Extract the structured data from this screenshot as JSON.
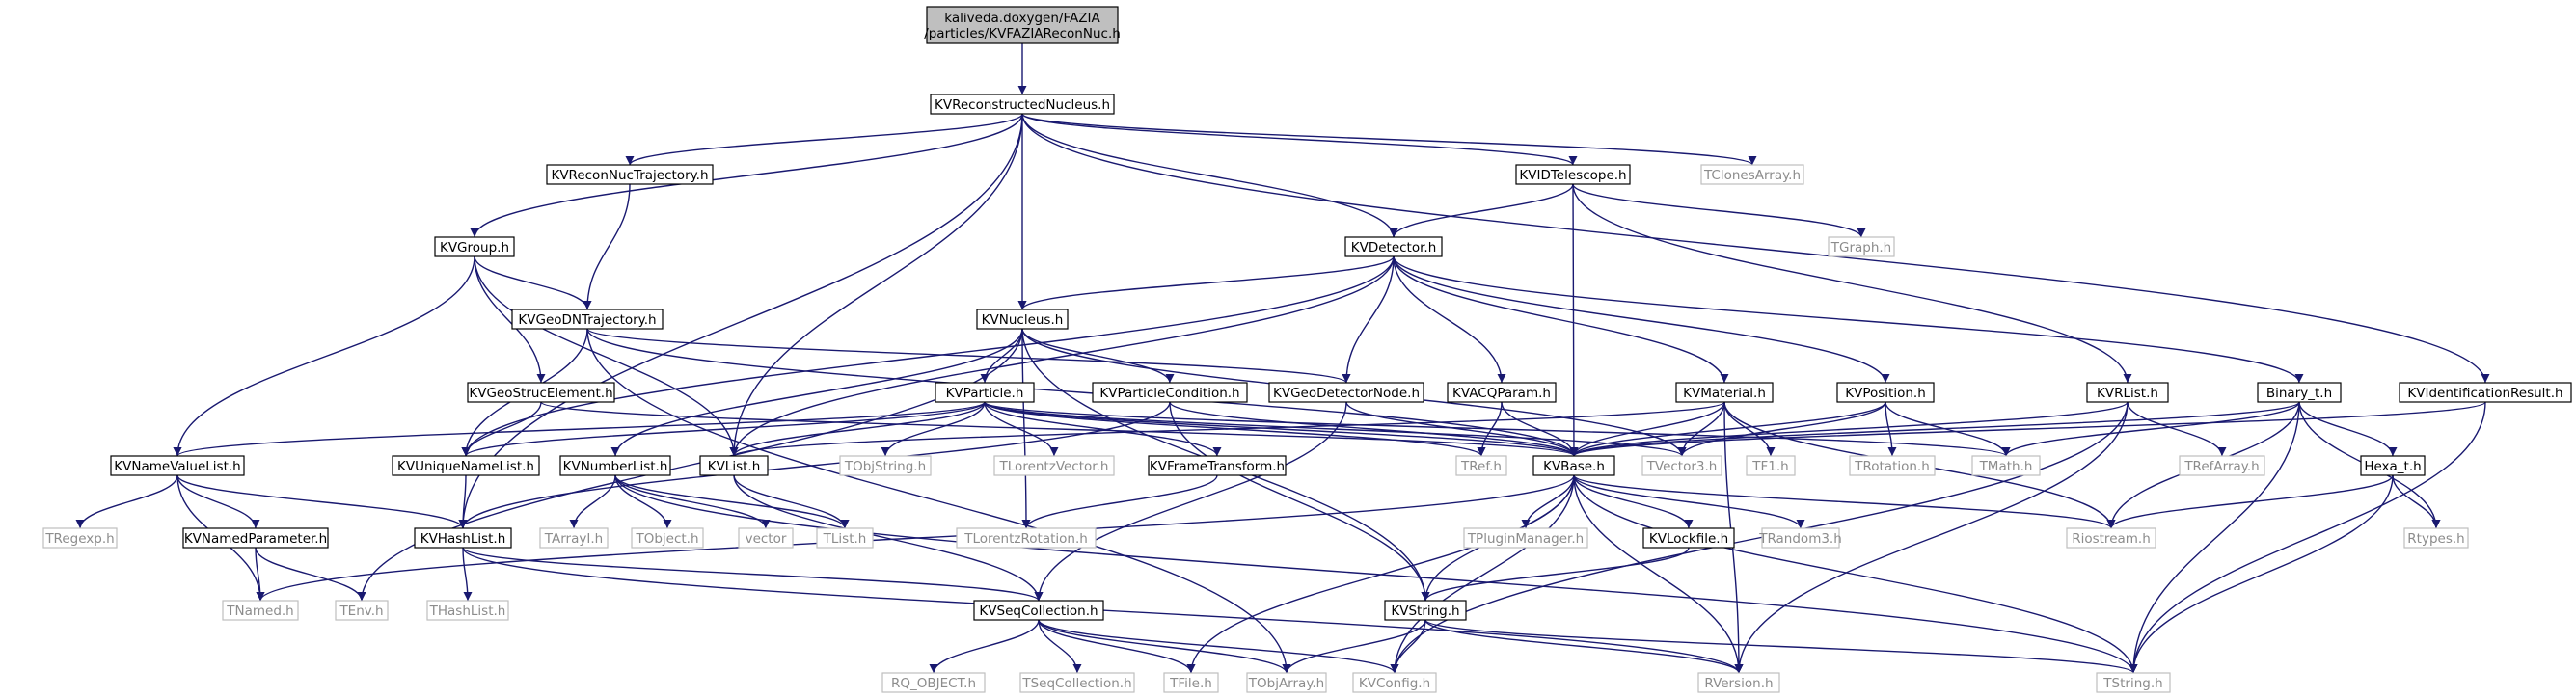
{
  "colors": {
    "edge": "#191970",
    "node_border": "#000000",
    "ext_border": "#bfbfbf",
    "ext_text": "#8c8c8c",
    "text": "#000000",
    "root_fill": "#bfbfbf",
    "fill": "#ffffff"
  },
  "nodes": [
    {
      "id": "root",
      "style": "root",
      "lines": [
        "kaliveda.doxygen/FAZIA",
        "/particles/KVFAZIAReconNuc.h"
      ]
    },
    {
      "id": "KVReconstructedNucleus",
      "style": "doc",
      "lines": [
        "KVReconstructedNucleus.h"
      ]
    },
    {
      "id": "KVReconNucTrajectory",
      "style": "doc",
      "lines": [
        "KVReconNucTrajectory.h"
      ]
    },
    {
      "id": "KVIDTelescope",
      "style": "doc",
      "lines": [
        "KVIDTelescope.h"
      ]
    },
    {
      "id": "TClonesArray",
      "style": "ext",
      "lines": [
        "TClonesArray.h"
      ]
    },
    {
      "id": "KVGroup",
      "style": "doc",
      "lines": [
        "KVGroup.h"
      ]
    },
    {
      "id": "KVDetector",
      "style": "doc",
      "lines": [
        "KVDetector.h"
      ]
    },
    {
      "id": "TGraph",
      "style": "ext",
      "lines": [
        "TGraph.h"
      ]
    },
    {
      "id": "KVGeoDNTrajectory",
      "style": "doc",
      "lines": [
        "KVGeoDNTrajectory.h"
      ]
    },
    {
      "id": "KVNucleus",
      "style": "doc",
      "lines": [
        "KVNucleus.h"
      ]
    },
    {
      "id": "KVGeoStrucElement",
      "style": "doc",
      "lines": [
        "KVGeoStrucElement.h"
      ]
    },
    {
      "id": "KVParticle",
      "style": "doc",
      "lines": [
        "KVParticle.h"
      ]
    },
    {
      "id": "KVParticleCondition",
      "style": "doc",
      "lines": [
        "KVParticleCondition.h"
      ]
    },
    {
      "id": "KVGeoDetectorNode",
      "style": "doc",
      "lines": [
        "KVGeoDetectorNode.h"
      ]
    },
    {
      "id": "KVACQParam",
      "style": "doc",
      "lines": [
        "KVACQParam.h"
      ]
    },
    {
      "id": "KVMaterial",
      "style": "doc",
      "lines": [
        "KVMaterial.h"
      ]
    },
    {
      "id": "KVPosition",
      "style": "doc",
      "lines": [
        "KVPosition.h"
      ]
    },
    {
      "id": "KVRList",
      "style": "doc",
      "lines": [
        "KVRList.h"
      ]
    },
    {
      "id": "Binary_t",
      "style": "doc",
      "lines": [
        "Binary_t.h"
      ]
    },
    {
      "id": "KVIdentificationResult",
      "style": "doc",
      "lines": [
        "KVIdentificationResult.h"
      ]
    },
    {
      "id": "KVNameValueList",
      "style": "doc",
      "lines": [
        "KVNameValueList.h"
      ]
    },
    {
      "id": "KVUniqueNameList",
      "style": "doc",
      "lines": [
        "KVUniqueNameList.h"
      ]
    },
    {
      "id": "KVNumberList",
      "style": "doc",
      "lines": [
        "KVNumberList.h"
      ]
    },
    {
      "id": "KVList",
      "style": "doc",
      "lines": [
        "KVList.h"
      ]
    },
    {
      "id": "TObjString",
      "style": "ext",
      "lines": [
        "TObjString.h"
      ]
    },
    {
      "id": "TLorentzVector",
      "style": "ext",
      "lines": [
        "TLorentzVector.h"
      ]
    },
    {
      "id": "KVFrameTransform",
      "style": "doc",
      "lines": [
        "KVFrameTransform.h"
      ]
    },
    {
      "id": "TRef",
      "style": "ext",
      "lines": [
        "TRef.h"
      ]
    },
    {
      "id": "KVBase",
      "style": "doc",
      "lines": [
        "KVBase.h"
      ]
    },
    {
      "id": "TVector3",
      "style": "ext",
      "lines": [
        "TVector3.h"
      ]
    },
    {
      "id": "TF1",
      "style": "ext",
      "lines": [
        "TF1.h"
      ]
    },
    {
      "id": "TRotation",
      "style": "ext",
      "lines": [
        "TRotation.h"
      ]
    },
    {
      "id": "TMath",
      "style": "ext",
      "lines": [
        "TMath.h"
      ]
    },
    {
      "id": "TRefArray",
      "style": "ext",
      "lines": [
        "TRefArray.h"
      ]
    },
    {
      "id": "Hexa_t",
      "style": "doc",
      "lines": [
        "Hexa_t.h"
      ]
    },
    {
      "id": "TRegexp",
      "style": "ext",
      "lines": [
        "TRegexp.h"
      ]
    },
    {
      "id": "KVNamedParameter",
      "style": "doc",
      "lines": [
        "KVNamedParameter.h"
      ]
    },
    {
      "id": "KVHashList",
      "style": "doc",
      "lines": [
        "KVHashList.h"
      ]
    },
    {
      "id": "TArrayI",
      "style": "ext",
      "lines": [
        "TArrayI.h"
      ]
    },
    {
      "id": "TObject",
      "style": "ext",
      "lines": [
        "TObject.h"
      ]
    },
    {
      "id": "vector",
      "style": "ext",
      "lines": [
        "vector"
      ]
    },
    {
      "id": "TList",
      "style": "ext",
      "lines": [
        "TList.h"
      ]
    },
    {
      "id": "TLorentzRotation",
      "style": "ext",
      "lines": [
        "TLorentzRotation.h"
      ]
    },
    {
      "id": "TPluginManager",
      "style": "ext",
      "lines": [
        "TPluginManager.h"
      ]
    },
    {
      "id": "KVLockfile",
      "style": "doc",
      "lines": [
        "KVLockfile.h"
      ]
    },
    {
      "id": "TRandom3",
      "style": "ext",
      "lines": [
        "TRandom3.h"
      ]
    },
    {
      "id": "Riostream",
      "style": "ext",
      "lines": [
        "Riostream.h"
      ]
    },
    {
      "id": "Rtypes",
      "style": "ext",
      "lines": [
        "Rtypes.h"
      ]
    },
    {
      "id": "TNamed",
      "style": "ext",
      "lines": [
        "TNamed.h"
      ]
    },
    {
      "id": "TEnv",
      "style": "ext",
      "lines": [
        "TEnv.h"
      ]
    },
    {
      "id": "THashList",
      "style": "ext",
      "lines": [
        "THashList.h"
      ]
    },
    {
      "id": "KVSeqCollection",
      "style": "doc",
      "lines": [
        "KVSeqCollection.h"
      ]
    },
    {
      "id": "KVString",
      "style": "doc",
      "lines": [
        "KVString.h"
      ]
    },
    {
      "id": "RQ_OBJECT",
      "style": "ext",
      "lines": [
        "RQ_OBJECT.h"
      ]
    },
    {
      "id": "TSeqCollection",
      "style": "ext",
      "lines": [
        "TSeqCollection.h"
      ]
    },
    {
      "id": "TFile",
      "style": "ext",
      "lines": [
        "TFile.h"
      ]
    },
    {
      "id": "TObjArray",
      "style": "ext",
      "lines": [
        "TObjArray.h"
      ]
    },
    {
      "id": "KVConfig",
      "style": "ext",
      "lines": [
        "KVConfig.h"
      ]
    },
    {
      "id": "RVersion",
      "style": "ext",
      "lines": [
        "RVersion.h"
      ]
    },
    {
      "id": "TString",
      "style": "ext",
      "lines": [
        "TString.h"
      ]
    }
  ],
  "edges": [
    [
      "root",
      "KVReconstructedNucleus"
    ],
    [
      "KVReconstructedNucleus",
      "KVReconNucTrajectory"
    ],
    [
      "KVReconstructedNucleus",
      "KVIDTelescope"
    ],
    [
      "KVReconstructedNucleus",
      "TClonesArray"
    ],
    [
      "KVReconstructedNucleus",
      "KVGroup"
    ],
    [
      "KVReconstructedNucleus",
      "KVDetector"
    ],
    [
      "KVReconstructedNucleus",
      "KVNucleus"
    ],
    [
      "KVReconstructedNucleus",
      "KVList"
    ],
    [
      "KVReconstructedNucleus",
      "KVHashList"
    ],
    [
      "KVReconstructedNucleus",
      "KVIdentificationResult"
    ],
    [
      "KVReconNucTrajectory",
      "KVGeoDNTrajectory"
    ],
    [
      "KVIDTelescope",
      "KVDetector"
    ],
    [
      "KVIDTelescope",
      "TGraph"
    ],
    [
      "KVIDTelescope",
      "KVRList"
    ],
    [
      "KVIDTelescope",
      "KVBase"
    ],
    [
      "KVGroup",
      "KVGeoDNTrajectory"
    ],
    [
      "KVGroup",
      "KVGeoStrucElement"
    ],
    [
      "KVGroup",
      "KVNameValueList"
    ],
    [
      "KVGroup",
      "KVList"
    ],
    [
      "KVDetector",
      "KVNucleus"
    ],
    [
      "KVDetector",
      "KVGeoDetectorNode"
    ],
    [
      "KVDetector",
      "KVACQParam"
    ],
    [
      "KVDetector",
      "KVMaterial"
    ],
    [
      "KVDetector",
      "KVPosition"
    ],
    [
      "KVDetector",
      "Binary_t"
    ],
    [
      "KVDetector",
      "KVUniqueNameList"
    ],
    [
      "KVDetector",
      "KVList"
    ],
    [
      "KVGeoDNTrajectory",
      "KVGeoDetectorNode"
    ],
    [
      "KVGeoDNTrajectory",
      "KVBase"
    ],
    [
      "KVGeoDNTrajectory",
      "KVUniqueNameList"
    ],
    [
      "KVGeoDNTrajectory",
      "TObjArray"
    ],
    [
      "KVNucleus",
      "KVParticle"
    ],
    [
      "KVNucleus",
      "KVParticleCondition"
    ],
    [
      "KVNucleus",
      "KVNumberList"
    ],
    [
      "KVNucleus",
      "TLorentzRotation"
    ],
    [
      "KVNucleus",
      "KVString"
    ],
    [
      "KVNucleus",
      "TEnv"
    ],
    [
      "KVNucleus",
      "TVector3"
    ],
    [
      "KVGeoStrucElement",
      "KVUniqueNameList"
    ],
    [
      "KVGeoStrucElement",
      "KVBase"
    ],
    [
      "KVParticle",
      "KVNameValueList"
    ],
    [
      "KVParticle",
      "KVUniqueNameList"
    ],
    [
      "KVParticle",
      "KVList"
    ],
    [
      "KVParticle",
      "TObjString"
    ],
    [
      "KVParticle",
      "TLorentzVector"
    ],
    [
      "KVParticle",
      "KVFrameTransform"
    ],
    [
      "KVParticle",
      "TRef"
    ],
    [
      "KVParticle",
      "KVBase"
    ],
    [
      "KVParticle",
      "TVector3"
    ],
    [
      "KVParticle",
      "TMath"
    ],
    [
      "KVParticleCondition",
      "KVHashList"
    ],
    [
      "KVParticleCondition",
      "KVBase"
    ],
    [
      "KVParticleCondition",
      "KVString"
    ],
    [
      "KVGeoDetectorNode",
      "KVBase"
    ],
    [
      "KVGeoDetectorNode",
      "KVSeqCollection"
    ],
    [
      "KVACQParam",
      "KVBase"
    ],
    [
      "KVACQParam",
      "TRef"
    ],
    [
      "KVMaterial",
      "KVBase"
    ],
    [
      "KVMaterial",
      "TVector3"
    ],
    [
      "KVMaterial",
      "TF1"
    ],
    [
      "KVMaterial",
      "Riostream"
    ],
    [
      "KVMaterial",
      "RVersion"
    ],
    [
      "KVMaterial",
      "KVList"
    ],
    [
      "KVPosition",
      "KVBase"
    ],
    [
      "KVPosition",
      "TVector3"
    ],
    [
      "KVPosition",
      "TRotation"
    ],
    [
      "KVPosition",
      "TMath"
    ],
    [
      "KVRList",
      "KVBase"
    ],
    [
      "KVRList",
      "TRefArray"
    ],
    [
      "KVRList",
      "KVConfig"
    ],
    [
      "KVRList",
      "RVersion"
    ],
    [
      "Binary_t",
      "KVBase"
    ],
    [
      "Binary_t",
      "TMath"
    ],
    [
      "Binary_t",
      "Hexa_t"
    ],
    [
      "Binary_t",
      "Riostream"
    ],
    [
      "Binary_t",
      "Rtypes"
    ],
    [
      "Binary_t",
      "TString"
    ],
    [
      "KVIdentificationResult",
      "KVBase"
    ],
    [
      "KVIdentificationResult",
      "TString"
    ],
    [
      "KVNameValueList",
      "TRegexp"
    ],
    [
      "KVNameValueList",
      "KVNamedParameter"
    ],
    [
      "KVNameValueList",
      "KVHashList"
    ],
    [
      "KVNameValueList",
      "TNamed"
    ],
    [
      "KVUniqueNameList",
      "KVHashList"
    ],
    [
      "KVNumberList",
      "TArrayI"
    ],
    [
      "KVNumberList",
      "TObject"
    ],
    [
      "KVNumberList",
      "vector"
    ],
    [
      "KVNumberList",
      "TList"
    ],
    [
      "KVNumberList",
      "TString"
    ],
    [
      "KVList",
      "TList"
    ],
    [
      "KVList",
      "KVSeqCollection"
    ],
    [
      "KVFrameTransform",
      "TLorentzRotation"
    ],
    [
      "KVBase",
      "TPluginManager"
    ],
    [
      "KVBase",
      "KVLockfile"
    ],
    [
      "KVBase",
      "TRandom3"
    ],
    [
      "KVBase",
      "Riostream"
    ],
    [
      "KVBase",
      "KVString"
    ],
    [
      "KVBase",
      "KVConfig"
    ],
    [
      "KVBase",
      "RVersion"
    ],
    [
      "KVBase",
      "TString"
    ],
    [
      "KVBase",
      "TFile"
    ],
    [
      "KVBase",
      "TNamed"
    ],
    [
      "Hexa_t",
      "Riostream"
    ],
    [
      "Hexa_t",
      "Rtypes"
    ],
    [
      "Hexa_t",
      "TString"
    ],
    [
      "KVNamedParameter",
      "TNamed"
    ],
    [
      "KVNamedParameter",
      "TEnv"
    ],
    [
      "KVHashList",
      "THashList"
    ],
    [
      "KVHashList",
      "KVSeqCollection"
    ],
    [
      "KVHashList",
      "RVersion"
    ],
    [
      "KVLockfile",
      "KVString"
    ],
    [
      "KVSeqCollection",
      "RQ_OBJECT"
    ],
    [
      "KVSeqCollection",
      "TSeqCollection"
    ],
    [
      "KVSeqCollection",
      "TFile"
    ],
    [
      "KVSeqCollection",
      "TObjArray"
    ],
    [
      "KVSeqCollection",
      "KVConfig"
    ],
    [
      "KVString",
      "TObjArray"
    ],
    [
      "KVString",
      "KVConfig"
    ],
    [
      "KVString",
      "RVersion"
    ],
    [
      "KVString",
      "TString"
    ]
  ]
}
